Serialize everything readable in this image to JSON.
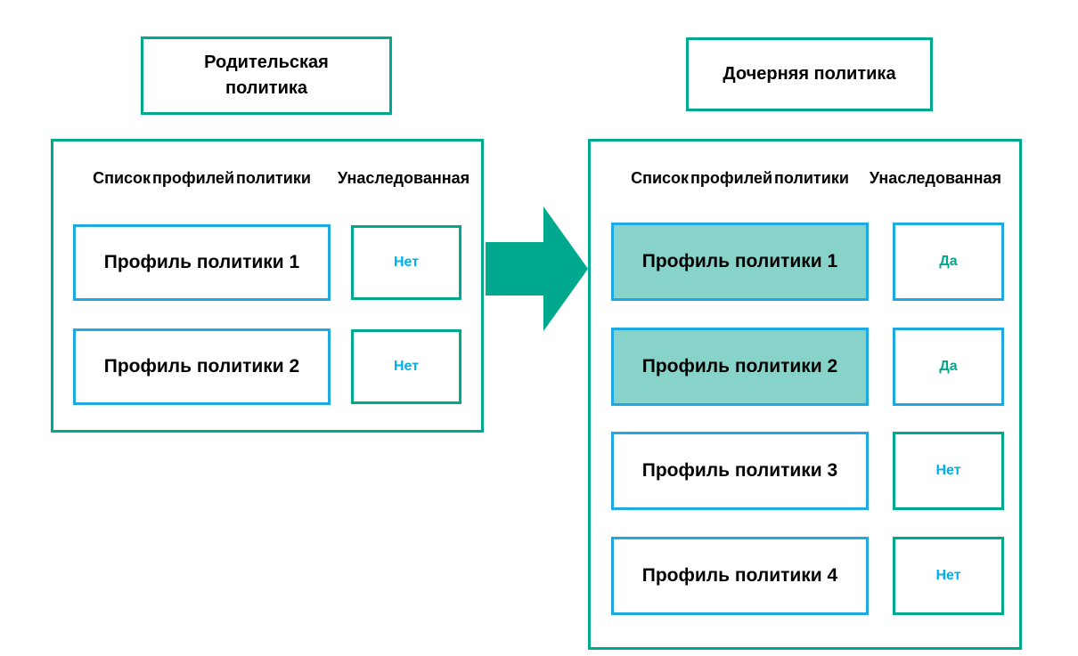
{
  "colors": {
    "teal": "#00A88E",
    "blue": "#1FA9E2",
    "highlight_fill": "#87D3C9",
    "no_text_blue": "#00AEEF",
    "label_black": "#000000"
  },
  "parent_policy": {
    "title": "Родительская политика",
    "header_profiles": "Список профилей политики",
    "header_inherited": "Унаследованная",
    "rows": [
      {
        "profile": "Профиль политики 1",
        "inherited": "Нет"
      },
      {
        "profile": "Профиль политики 2",
        "inherited": "Нет"
      }
    ]
  },
  "child_policy": {
    "title": "Дочерняя политика",
    "header_profiles": "Список профилей политики",
    "header_inherited": "Унаследованная",
    "rows": [
      {
        "profile": "Профиль политики 1",
        "inherited": "Да"
      },
      {
        "profile": "Профиль политики 2",
        "inherited": "Да"
      },
      {
        "profile": "Профиль политики 3",
        "inherited": "Нет"
      },
      {
        "profile": "Профиль политики 4",
        "inherited": "Нет"
      }
    ]
  }
}
